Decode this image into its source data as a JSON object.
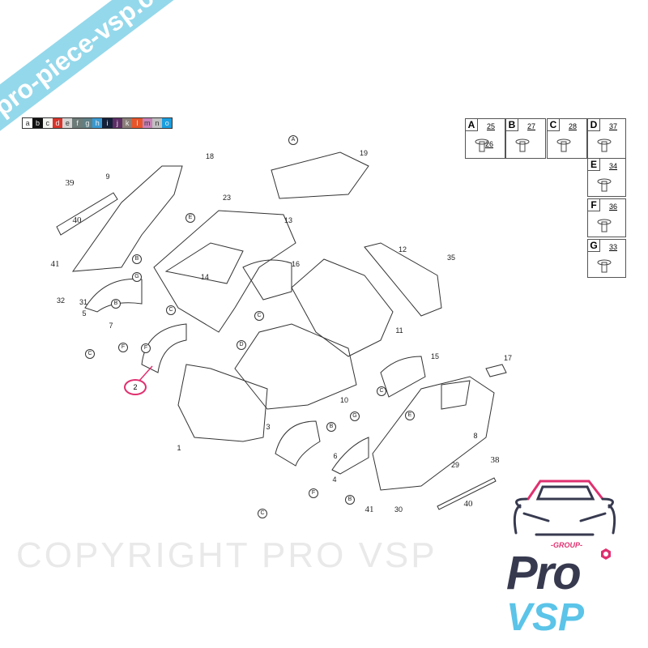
{
  "color_codes": [
    {
      "letter": "a",
      "color": "#ffffff"
    },
    {
      "letter": "b",
      "color": "#111111"
    },
    {
      "letter": "c",
      "color": "#f4f4f0"
    },
    {
      "letter": "d",
      "color": "#d9342b"
    },
    {
      "letter": "e",
      "color": "#d4d4d4"
    },
    {
      "letter": "f",
      "color": "#6c7a78"
    },
    {
      "letter": "g",
      "color": "#5e7f86"
    },
    {
      "letter": "h",
      "color": "#3a9ad2"
    },
    {
      "letter": "i",
      "color": "#142038"
    },
    {
      "letter": "j",
      "color": "#5e2e66"
    },
    {
      "letter": "k",
      "color": "#8a7f78"
    },
    {
      "letter": "l",
      "color": "#e8552a"
    },
    {
      "letter": "m",
      "color": "#c880b8"
    },
    {
      "letter": "n",
      "color": "#c0c0c0"
    },
    {
      "letter": "o",
      "color": "#1a9ee0"
    }
  ],
  "watermark_url": "pro-piece-vsp.com",
  "watermark_copyright": "COPYRIGHT PRO VSP",
  "highlighted_part": "2",
  "fastener_boxes": [
    {
      "letter": "A",
      "parts": [
        "25",
        "26"
      ]
    },
    {
      "letter": "B",
      "parts": [
        "27"
      ]
    },
    {
      "letter": "C",
      "parts": [
        "28"
      ]
    },
    {
      "letter": "D",
      "parts": [
        "37"
      ]
    },
    {
      "letter": "E",
      "parts": [
        "34"
      ]
    },
    {
      "letter": "F",
      "parts": [
        "36"
      ]
    },
    {
      "letter": "G",
      "parts": [
        "33"
      ]
    }
  ],
  "part_numbers": [
    "39",
    "9",
    "40",
    "41",
    "18",
    "19",
    "23",
    "13",
    "12",
    "35",
    "16",
    "14",
    "32",
    "31",
    "5",
    "7",
    "11",
    "15",
    "17",
    "10",
    "3",
    "1",
    "6",
    "8",
    "4",
    "29",
    "38",
    "41",
    "30",
    "40"
  ],
  "fastener_callouts": [
    "A",
    "E",
    "B",
    "G",
    "B",
    "C",
    "C",
    "D",
    "C",
    "F",
    "F",
    "C",
    "G",
    "E",
    "B",
    "B",
    "F",
    "C"
  ],
  "logo": {
    "group": "-GROUP-",
    "pro": "Pro",
    "vsp": "VSP"
  }
}
